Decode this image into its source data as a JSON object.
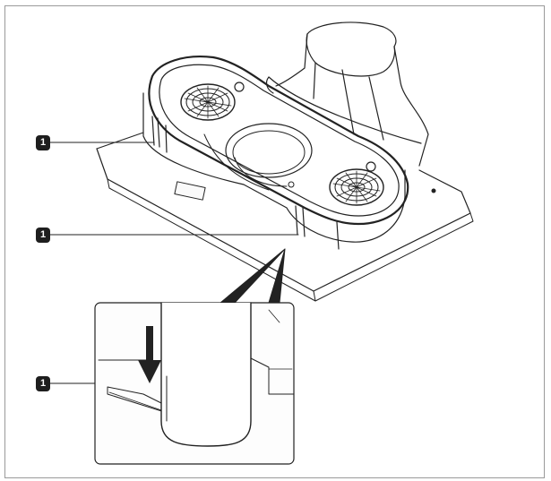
{
  "callouts": [
    {
      "label": "1"
    },
    {
      "label": "1"
    },
    {
      "label": "1"
    }
  ],
  "colors": {
    "line": "#222222",
    "frame": "#9a9a9a",
    "badge": "#1e1e1e",
    "badge_text": "#ffffff",
    "panel": "#fdfdfd"
  },
  "icons": [
    "fan-grille-icon",
    "down-arrow-icon"
  ]
}
